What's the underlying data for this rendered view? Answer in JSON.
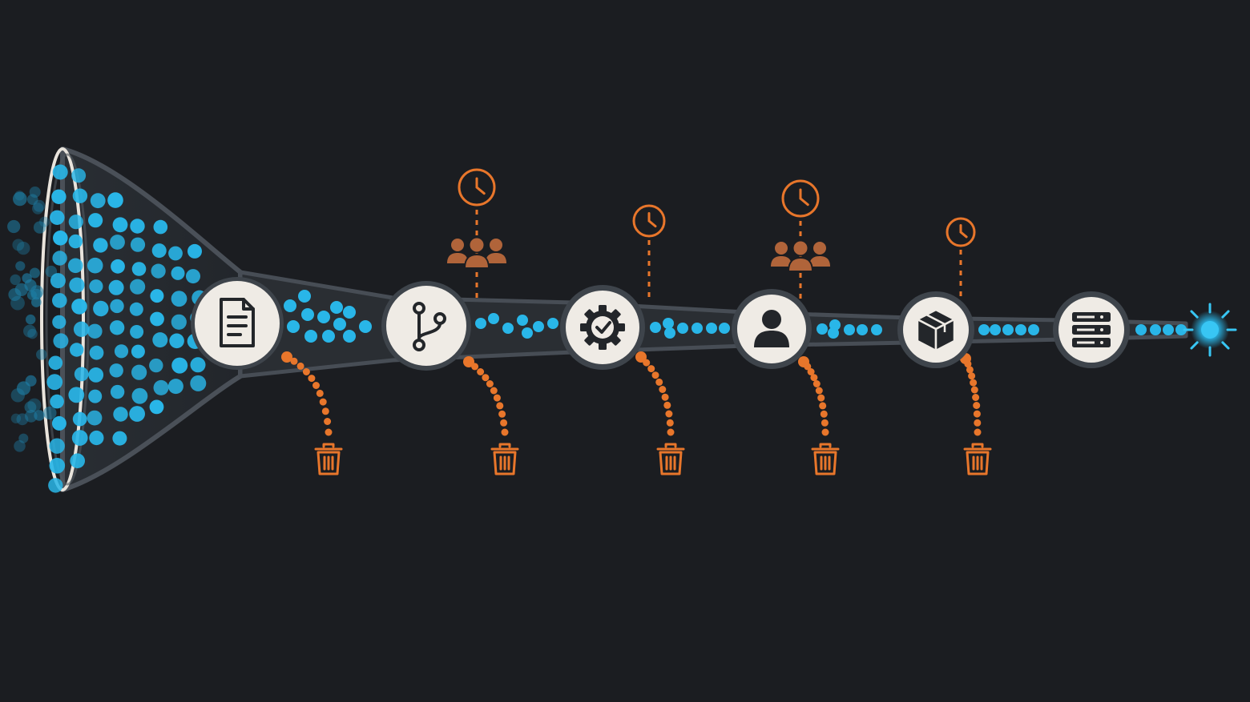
{
  "colors": {
    "background": "#1b1d21",
    "pipe": "#3e444b",
    "pipe_inner": "#2a2e33",
    "rim": "#e9e4dc",
    "node_fill": "#efebe5",
    "node_ring": "#3e444b",
    "icon": "#23262a",
    "flow": "#29b6e8",
    "flow_dim": "#1e7fa6",
    "wait": "#e8762b",
    "people": "#b0643a",
    "discard": "#e8762b"
  },
  "stages": [
    {
      "id": "document",
      "icon": "document-icon",
      "wait": false,
      "handoff": false,
      "discard": true
    },
    {
      "id": "branch",
      "icon": "git-branch-icon",
      "wait": true,
      "handoff": true,
      "discard": true
    },
    {
      "id": "build",
      "icon": "gear-check-icon",
      "wait": true,
      "handoff": false,
      "discard": true
    },
    {
      "id": "review",
      "icon": "user-icon",
      "wait": true,
      "handoff": true,
      "discard": true
    },
    {
      "id": "package",
      "icon": "package-icon",
      "wait": true,
      "handoff": false,
      "discard": true
    },
    {
      "id": "deploy",
      "icon": "server-icon",
      "wait": false,
      "handoff": false,
      "discard": false
    }
  ],
  "output": {
    "icon": "glowing-dot-icon"
  }
}
